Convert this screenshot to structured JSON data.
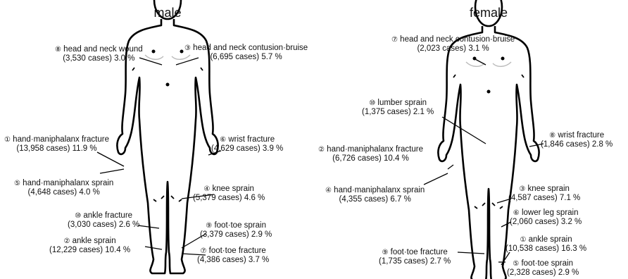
{
  "male": {
    "title": "male",
    "injuries": [
      {
        "rank": "⑧",
        "name": "head and neck wound",
        "detail": "(3,530 cases) 3.0 %"
      },
      {
        "rank": "③",
        "name": "head and neck contusion·bruise",
        "detail": "(6,695 cases) 5.7 %"
      },
      {
        "rank": "①",
        "name": "hand·maniphalanx fracture",
        "detail": "(13,958 cases) 11.9 %"
      },
      {
        "rank": "⑥",
        "name": "wrist fracture",
        "detail": "(4,629 cases) 3.9 %"
      },
      {
        "rank": "⑤",
        "name": "hand·maniphalanx sprain",
        "detail": "(4,648 cases) 4.0 %"
      },
      {
        "rank": "④",
        "name": "knee sprain",
        "detail": "(5,379 cases) 4.6 %"
      },
      {
        "rank": "⑩",
        "name": "ankle fracture",
        "detail": "(3,030 cases) 2.6 %"
      },
      {
        "rank": "⑨",
        "name": "foot·toe sprain",
        "detail": "(3,379 cases) 2.9 %"
      },
      {
        "rank": "②",
        "name": "ankle sprain",
        "detail": "(12,229 cases) 10.4 %"
      },
      {
        "rank": "⑦",
        "name": "foot·toe fracture",
        "detail": "(4,386 cases) 3.7 %"
      }
    ]
  },
  "female": {
    "title": "female",
    "injuries": [
      {
        "rank": "⑦",
        "name": "head and neck contusion·bruise",
        "detail": "(2,023 cases) 3.1 %"
      },
      {
        "rank": "⑩",
        "name": "lumber sprain",
        "detail": "(1,375 cases) 2.1 %"
      },
      {
        "rank": "⑧",
        "name": "wrist fracture",
        "detail": "(1,846 cases) 2.8 %"
      },
      {
        "rank": "②",
        "name": "hand·maniphalanx fracture",
        "detail": "(6,726 cases) 10.4 %"
      },
      {
        "rank": "④",
        "name": "hand·maniphalanx sprain",
        "detail": "(4,355 cases) 6.7 %"
      },
      {
        "rank": "③",
        "name": "knee sprain",
        "detail": "(4,587 cases) 7.1 %"
      },
      {
        "rank": "⑥",
        "name": "lower leg sprain",
        "detail": "(2,060 cases) 3.2 %"
      },
      {
        "rank": "①",
        "name": "ankle sprain",
        "detail": "(10,538 cases) 16.3 %"
      },
      {
        "rank": "⑨",
        "name": "foot·toe fracture",
        "detail": "(1,735 cases) 2.7 %"
      },
      {
        "rank": "⑤",
        "name": "foot·toe sprain",
        "detail": "(2,328 cases) 2.9 %"
      }
    ]
  }
}
